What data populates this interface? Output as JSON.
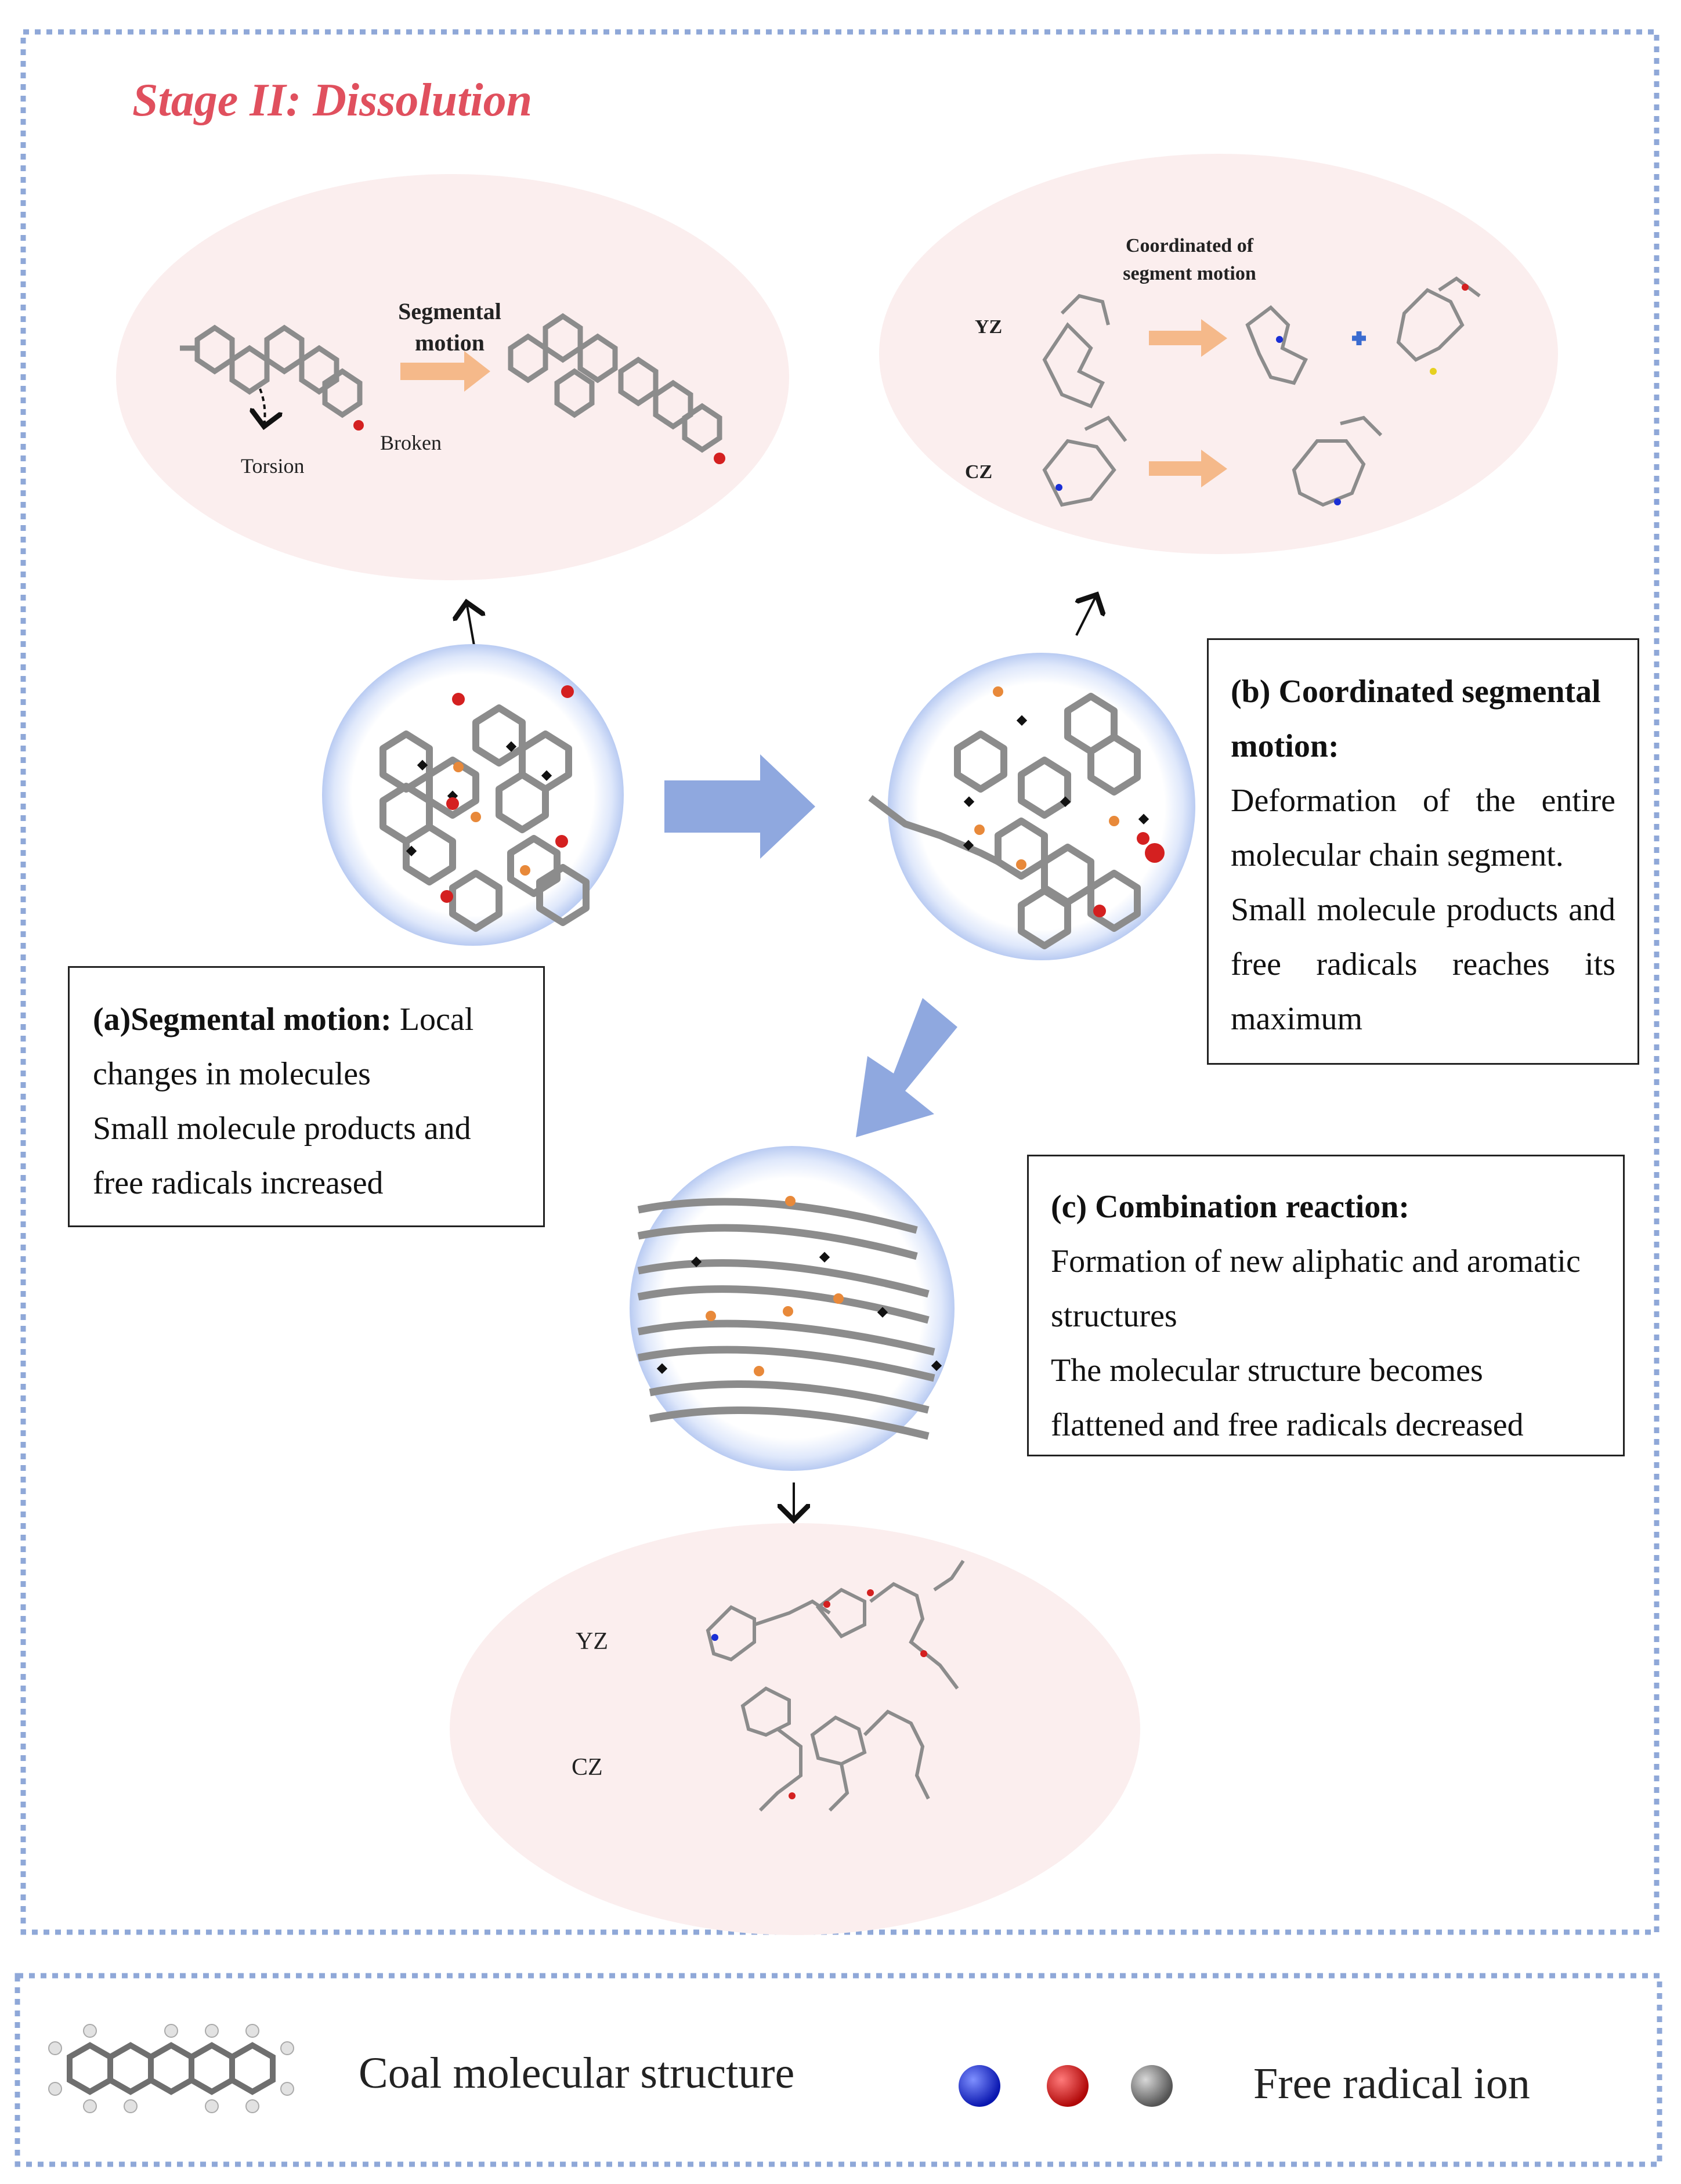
{
  "stage_title": "Stage II: Dissolution",
  "panel_a_bubble": {
    "arrow_label_line1": "Segmental",
    "arrow_label_line2": "motion",
    "torsion_label": "Torsion",
    "broken_label": "Broken"
  },
  "panel_b_bubble": {
    "header_line1": "Coordinated of",
    "header_line2": "segment motion",
    "row1_label": "YZ",
    "row2_label": "CZ"
  },
  "panel_c_bubble": {
    "row1_label": "YZ",
    "row2_label": "CZ"
  },
  "box_a": {
    "heading": "(a)Segmental motion:",
    "line1_tail": " Local changes in molecules",
    "line2": "Small molecule products and free radicals increased"
  },
  "box_b": {
    "heading": "(b) Coordinated segmental motion:",
    "line1": "Deformation of the entire molecular chain segment.",
    "line2": "Small molecule products and free radicals reaches its maximum"
  },
  "box_c": {
    "heading": "(c) Combination reaction:",
    "line1": "Formation of new aliphatic and aromatic structures",
    "line2": "The molecular structure becomes flattened and free radicals decreased"
  },
  "legend": {
    "structure_label": "Coal molecular structure",
    "radical_label": "Free radical ion",
    "radical_colors": [
      "#1a2fd6",
      "#e01a1a",
      "#8a8a8a"
    ]
  },
  "colors": {
    "title": "#e0505e",
    "dashed_border": "#8fa8d8",
    "bubble_fill": "#fbeeee",
    "big_arrow": "#8fa8df",
    "segment_arrow": "#f5b98a",
    "atom_gray": "#8c8c8c",
    "atom_red": "#d42020",
    "radical_orange": "#e8893a",
    "radical_black": "#111111"
  }
}
